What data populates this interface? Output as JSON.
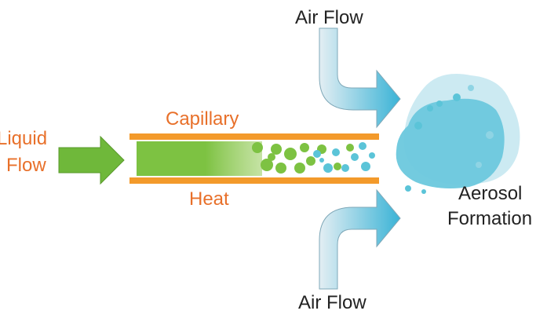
{
  "labels": {
    "liquid_flow_line1": "Liquid",
    "liquid_flow_line2": "Flow",
    "capillary": "Capillary",
    "heat": "Heat",
    "air_flow_top": "Air Flow",
    "air_flow_bottom": "Air Flow",
    "aerosol_line1": "Aerosol",
    "aerosol_line2": "Formation"
  },
  "colors": {
    "label_orange": "#e8702a",
    "label_dark": "#222222",
    "capillary_wall": "#f39a2b",
    "liquid_green": "#7dc242",
    "liquid_arrow": "#6fb83a",
    "droplet_blue": "#5bc4d8",
    "air_arrow_light": "#cfe6ef",
    "air_arrow_dark": "#3ab3d6",
    "aerosol_cloud": "#6cc8dd"
  },
  "icons": {
    "liquid_arrow": "right-arrow",
    "air_arrows": "curved-arrow"
  }
}
